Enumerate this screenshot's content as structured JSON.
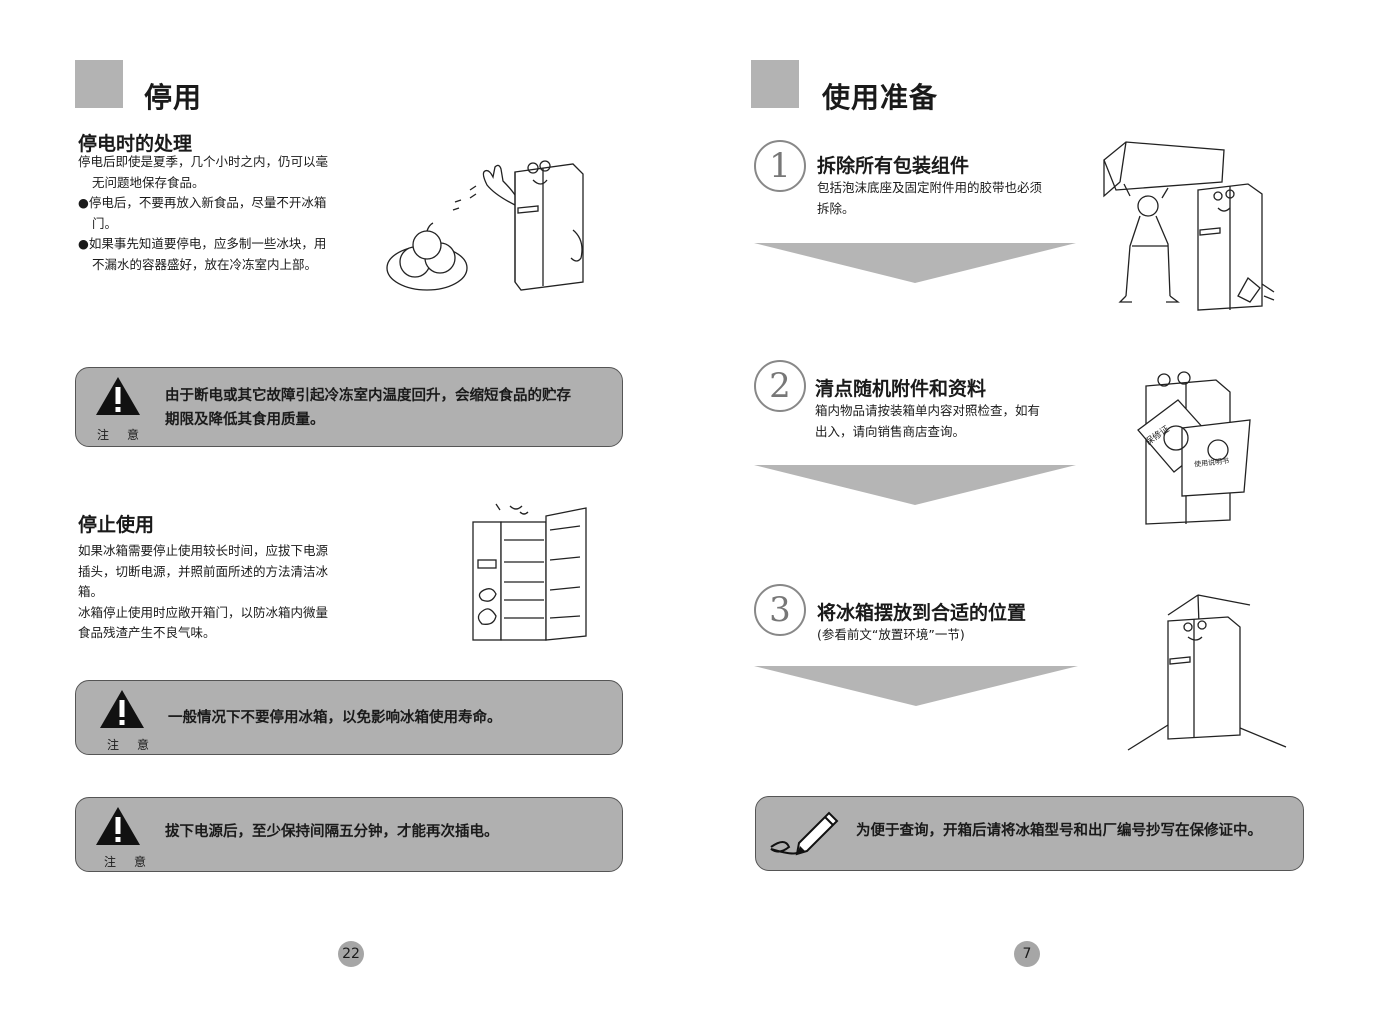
{
  "left_page": {
    "title": "停用",
    "section1": {
      "heading": "停电时的处理",
      "lines": [
        "停电后即使是夏季，几个小时之内，仍可以毫",
        "无问题地保存食品。",
        "●停电后，不要再放入新食品，尽量不开冰箱",
        "门。",
        "●如果事先知道要停电，应多制一些冰块，用",
        "不漏水的容器盛好，放在冷冻室内上部。"
      ]
    },
    "note1": {
      "label": "注　意",
      "line1": "由于断电或其它故障引起冷冻室内温度回升，会缩短食品的贮存",
      "line2": "期限及降低其食用质量。"
    },
    "section2": {
      "heading": "停止使用",
      "lines": [
        "如果冰箱需要停止使用较长时间，应拔下电源",
        "插头，切断电源，并照前面所述的方法清洁冰",
        "箱。",
        "冰箱停止使用时应敞开箱门，以防冰箱内微量",
        "食品残渣产生不良气味。"
      ]
    },
    "note2": {
      "label": "注　意",
      "text": "一般情况下不要停用冰箱，以免影响冰箱使用寿命。"
    },
    "note3": {
      "label": "注　意",
      "text": "拔下电源后，至少保持间隔五分钟，才能再次插电。"
    },
    "page_number": "22"
  },
  "right_page": {
    "title": "使用准备",
    "steps": [
      {
        "number": "1",
        "title": "拆除所有包装组件",
        "line1": "包括泡沫底座及固定附件用的胶带也必须",
        "line2": "拆除。"
      },
      {
        "number": "2",
        "title": "清点随机附件和资料",
        "line1": "箱内物品请按装箱单内容对照检查，如有",
        "line2": "出入，请向销售商店查询。"
      },
      {
        "number": "3",
        "title": "将冰箱摆放到合适的位置",
        "line1": "(参看前文“放置环境”一节)",
        "line2": ""
      }
    ],
    "card_text_1": "保修证",
    "card_text_2": "使用说明书",
    "bottom_note": "为便于查询，开箱后请将冰箱型号和出厂编号抄写在保修证中。",
    "page_number": "7"
  },
  "icons": [
    "warning-triangle-icon",
    "pen-icon",
    "arrow-down-icon"
  ],
  "colors": {
    "note_bg": "#b0b0b0",
    "title_square": "#b3b3b3",
    "arrow": "#b5b5b5"
  }
}
